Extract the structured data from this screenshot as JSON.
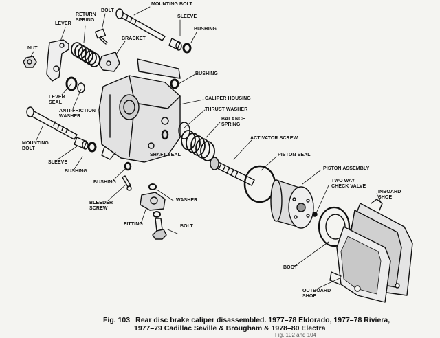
{
  "labels": {
    "bolt_top": "BOLT",
    "mounting_bolt_top": "MOUNTING BOLT",
    "lever": "LEVER",
    "return_spring": "RETURN\nSPRING",
    "sleeve_top": "SLEEVE",
    "bushing_top": "BUSHING",
    "nut": "NUT",
    "bracket": "BRACKET",
    "bushing_mid": "BUSHING",
    "lever_seal": "LEVER\nSEAL",
    "anti_friction_washer": "ANTI-FRICTION\nWASHER",
    "caliper_housing": "CALIPER HOUSING",
    "thrust_washer": "THRUST WASHER",
    "balance_spring": "BALANCE\nSPRING",
    "activator_screw": "ACTIVATOR SCREW",
    "mounting_bolt_left": "MOUNTING\nBOLT",
    "sleeve_left": "SLEEVE",
    "bushing_left": "BUSHING",
    "shaft_seal": "SHAFT SEAL",
    "piston_seal": "PISTON SEAL",
    "piston_assembly": "PISTON ASSEMBLY",
    "two_way_check_valve": "TWO WAY\nCHECK VALVE",
    "inboard_shoe": "INBOARD\nSHOE",
    "bushing_low": "BUSHING",
    "bleeder_screw": "BLEEDER\nSCREW",
    "washer": "WASHER",
    "fitting": "FITTING",
    "bolt_low": "BOLT",
    "boot": "BOOT",
    "outboard_shoe": "OUTBOARD\nSHOE"
  },
  "caption": {
    "fig": "Fig. 103",
    "line1": "Rear disc brake caliper disassembled. 1977–78 Eldorado, 1977–78 Riviera,",
    "line2": "1977–79 Cadillac Seville & Brougham & 1978–80 Electra"
  },
  "footer_fragment": "Fig. 102 and 104"
}
